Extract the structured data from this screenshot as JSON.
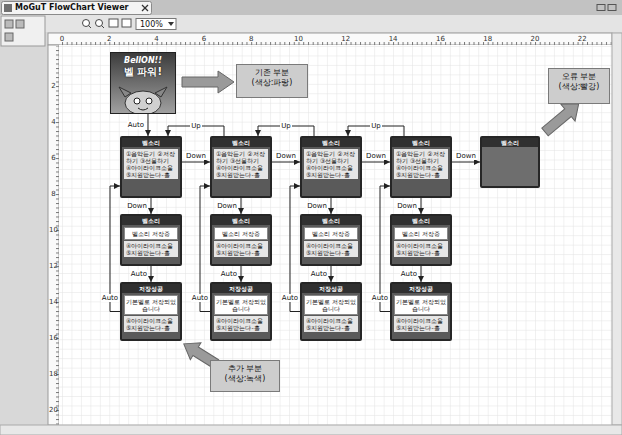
{
  "diagram": {
    "nodes": [
      {
        "text": [
          "BellON!!",
          "벨 파워!"
        ]
      },
      {
        "text": [
          "기존 부분",
          "(색상:파랑)"
        ]
      },
      {
        "text": [
          "오류 부분",
          "(색상:빨강)"
        ]
      },
      {
        "text": [
          "벨소리",
          "①음악듣기 ②저장하기 ③선물하기 ④아이라이크소울 ⑤지원받는다-홀"
        ]
      },
      {
        "text": [
          "벨소리",
          "①음악듣기 ②저장하기 ③선물하기 ④아이라이크소울 ⑤지원받는다-홀"
        ]
      },
      {
        "text": [
          "벨소리",
          "①음악듣기 ②저장하기 ③선물하기 ④아이라이크소울 ⑤지원받는다-홀"
        ]
      },
      {
        "text": [
          "벨소리",
          "①음악듣기 ②저장하기 ③선물하기 ④아이라이크소울 ⑤지원받는다-홀"
        ]
      },
      {
        "text": [
          "벨소리"
        ]
      },
      {
        "text": [
          "벨소리",
          "벨소리 저장중",
          "④아이라이크소울 ⑤지원받는다-홀"
        ]
      },
      {
        "text": [
          "벨소리",
          "벨소리 저장중",
          "④아이라이크소울 ⑤지원받는다-홀"
        ]
      },
      {
        "text": [
          "벨소리",
          "벨소리 저장중",
          "④아이라이크소울 ⑤지원받는다-홀"
        ]
      },
      {
        "text": [
          "벨소리",
          "벨소리 저장중",
          "④아이라이크소울 ⑤지원받는다-홀"
        ]
      },
      {
        "text": [
          "저장성공",
          "기본벨로 저장되었습니다",
          "④아이라이크소울 ⑤지원받는다-홀"
        ]
      },
      {
        "text": [
          "저장성공",
          "기본벨로 저장되었습니다",
          "④아이라이크소울 ⑤지원받는다-홀"
        ]
      },
      {
        "text": [
          "저장성공",
          "기본벨로 저장되었습니다",
          "④아이라이크소울 ⑤지원받는다-홀"
        ]
      },
      {
        "text": [
          "저장성공",
          "기본벨로 저장되었습니다",
          "④아이라이크소울 ⑤지원받는다-홀"
        ]
      },
      {
        "text": [
          "추가 부분",
          "(색상:녹색)"
        ]
      }
    ],
    "edges": [
      {
        "from": 0,
        "to": 3,
        "label": "Auto",
        "arrow": "to"
      },
      {
        "from": 3,
        "to": 4,
        "label": "Down",
        "arrow": "to"
      },
      {
        "from": 4,
        "to": 5,
        "label": "Down",
        "arrow": "to"
      },
      {
        "from": 5,
        "to": 6,
        "label": "Down",
        "arrow": "to"
      },
      {
        "from": 6,
        "to": 7,
        "label": "Down",
        "arrow": "to"
      },
      {
        "from": 4,
        "to": 3,
        "label": "Up",
        "arrow": "to"
      },
      {
        "from": 5,
        "to": 4,
        "label": "Up",
        "arrow": "to"
      },
      {
        "from": 6,
        "to": 5,
        "label": "Up",
        "arrow": "to"
      },
      {
        "from": 3,
        "to": 8,
        "label": "Down",
        "arrow": "to"
      },
      {
        "from": 4,
        "to": 9,
        "label": "Down",
        "arrow": "to"
      },
      {
        "from": 5,
        "to": 10,
        "label": "Down",
        "arrow": "to"
      },
      {
        "from": 6,
        "to": 11,
        "label": "Down",
        "arrow": "to"
      },
      {
        "from": 8,
        "to": 12,
        "label": "Auto",
        "arrow": "to"
      },
      {
        "from": 9,
        "to": 13,
        "label": "Auto",
        "arrow": "to"
      },
      {
        "from": 10,
        "to": 14,
        "label": "Auto",
        "arrow": "to"
      },
      {
        "from": 11,
        "to": 15,
        "label": "Auto",
        "arrow": "to"
      },
      {
        "from": 12,
        "to": 3,
        "label": "Auto",
        "arrow": "to"
      },
      {
        "from": 13,
        "to": 4,
        "label": "Auto",
        "arrow": "to"
      },
      {
        "from": 14,
        "to": 5,
        "label": "Auto",
        "arrow": "to"
      },
      {
        "from": 15,
        "to": 6,
        "label": "Auto",
        "arrow": "to"
      }
    ],
    "labels": [
      "MoGuT FlowChart Viewer",
      "100%",
      "0",
      "2",
      "4",
      "6",
      "8",
      "10",
      "12",
      "14",
      "16",
      "18",
      "20",
      "22",
      "2",
      "4",
      "6",
      "8",
      "10",
      "12",
      "14",
      "16",
      "18",
      "20"
    ]
  }
}
